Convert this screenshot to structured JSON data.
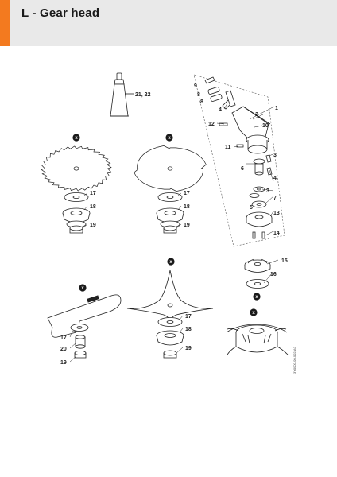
{
  "header": {
    "title": "L - Gear head"
  },
  "callouts": [
    "1",
    "2",
    "3",
    "4",
    "5",
    "6",
    "7",
    "8",
    "9",
    "10",
    "11",
    "12",
    "13",
    "14",
    "15",
    "16",
    "17",
    "18",
    "19",
    "20",
    "21, 22"
  ],
  "marker_symbol": "x",
  "doc_code": "3Y0000-00-002-A0",
  "colors": {
    "accent": "#f37a1f",
    "header_bg": "#e9e9e9",
    "line": "#222222"
  }
}
